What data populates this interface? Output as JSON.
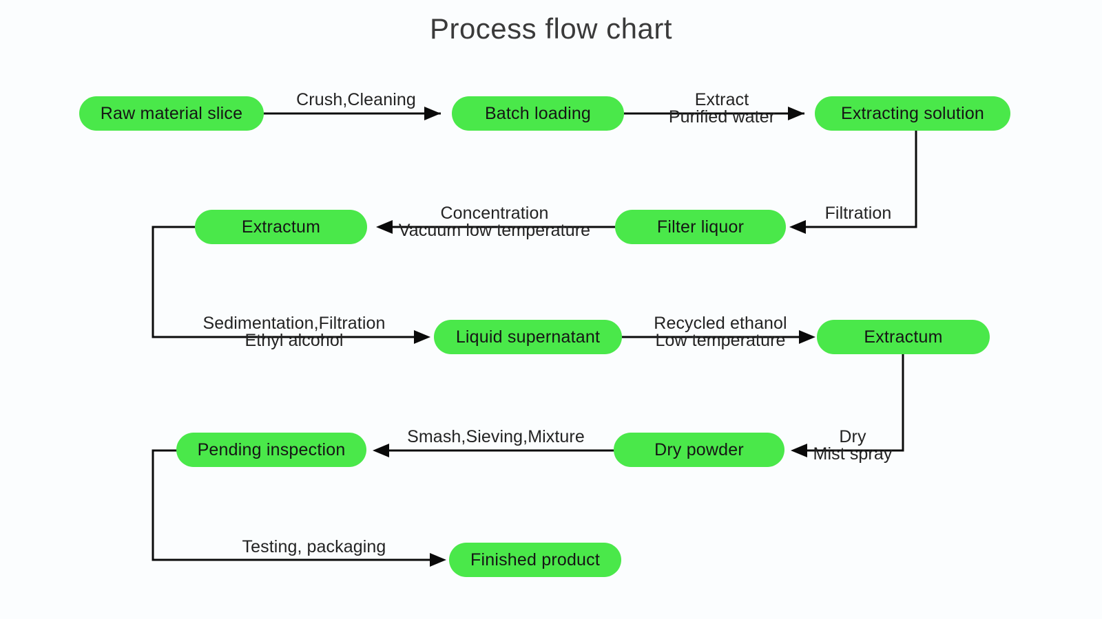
{
  "title": "Process flow chart",
  "colors": {
    "background": "#fbfdfe",
    "node_fill": "#4ae84a",
    "node_text": "#151515",
    "edge_stroke": "#0a0a0a",
    "label_text": "#232323",
    "title_text": "#3a3a3a"
  },
  "nodes": [
    {
      "id": "raw-material-slice",
      "label": "Raw material slice"
    },
    {
      "id": "batch-loading",
      "label": "Batch loading"
    },
    {
      "id": "extracting-solution",
      "label": "Extracting solution"
    },
    {
      "id": "extractum-1",
      "label": "Extractum"
    },
    {
      "id": "filter-liquor",
      "label": "Filter liquor"
    },
    {
      "id": "liquid-supernatant",
      "label": "Liquid supernatant"
    },
    {
      "id": "extractum-2",
      "label": "Extractum"
    },
    {
      "id": "pending-inspection",
      "label": "Pending inspection"
    },
    {
      "id": "dry-powder",
      "label": "Dry powder"
    },
    {
      "id": "finished-product",
      "label": "Finished product"
    }
  ],
  "edges": [
    {
      "id": "crush-cleaning",
      "from": "raw-material-slice",
      "to": "batch-loading",
      "direction": "right",
      "above": "Crush,Cleaning",
      "below": ""
    },
    {
      "id": "extract-purified-water",
      "from": "batch-loading",
      "to": "extracting-solution",
      "direction": "right",
      "above": "Extract",
      "below": "Purified water"
    },
    {
      "id": "filtration",
      "from": "extracting-solution",
      "to": "filter-liquor",
      "direction": "left",
      "above": "Filtration",
      "below": ""
    },
    {
      "id": "concentration-vacuum",
      "from": "filter-liquor",
      "to": "extractum-1",
      "direction": "left",
      "above": "Concentration",
      "below": "Vacuum low temperature"
    },
    {
      "id": "sedimentation-ethyl-alcohol",
      "from": "extractum-1",
      "to": "liquid-supernatant",
      "direction": "right",
      "above": "Sedimentation,Filtration",
      "below": "Ethyl alcohol"
    },
    {
      "id": "recycled-ethanol-low-temperature",
      "from": "liquid-supernatant",
      "to": "extractum-2",
      "direction": "right",
      "above": "Recycled ethanol",
      "below": "Low temperature"
    },
    {
      "id": "dry-mist-spray",
      "from": "extractum-2",
      "to": "dry-powder",
      "direction": "left",
      "above": "Dry",
      "below": "Mist spray"
    },
    {
      "id": "smash-sieving-mixture",
      "from": "dry-powder",
      "to": "pending-inspection",
      "direction": "left",
      "above": "Smash,Sieving,Mixture",
      "below": ""
    },
    {
      "id": "testing-packaging",
      "from": "pending-inspection",
      "to": "finished-product",
      "direction": "right",
      "above": "Testing, packaging",
      "below": ""
    }
  ]
}
